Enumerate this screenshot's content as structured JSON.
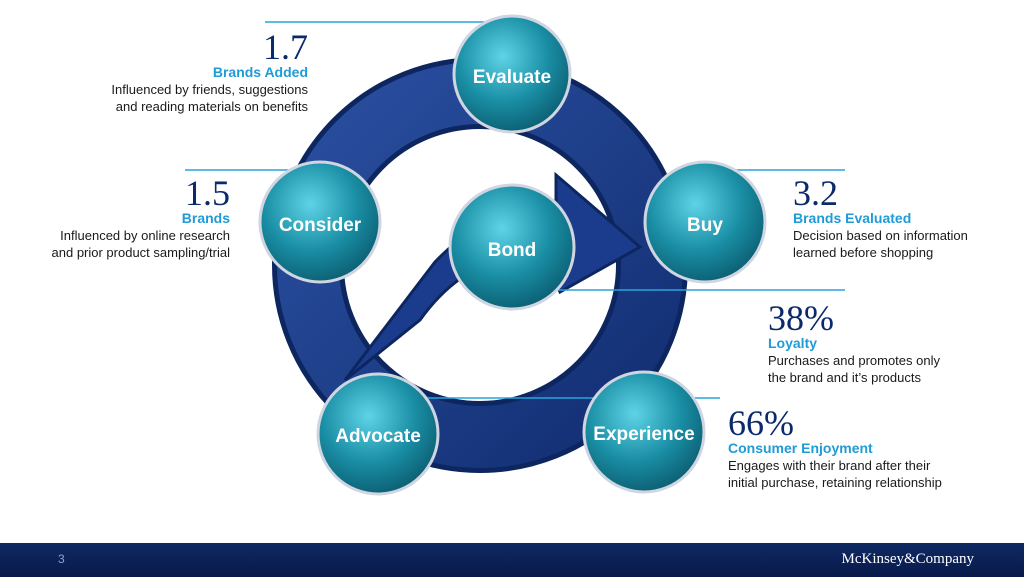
{
  "nodes": {
    "evaluate": "Evaluate",
    "consider": "Consider",
    "buy": "Buy",
    "bond": "Bond",
    "advocate": "Advocate",
    "experience": "Experience"
  },
  "callouts": {
    "evaluate": {
      "stat": "1.7",
      "title": "Brands Added",
      "desc1": "Influenced by friends, suggestions",
      "desc2": "and reading materials on benefits"
    },
    "consider": {
      "stat": "1.5",
      "title": "Brands",
      "desc1": "Influenced by online research",
      "desc2": "and prior product sampling/trial"
    },
    "buy": {
      "stat": "3.2",
      "title": "Brands Evaluated",
      "desc1": "Decision based on information",
      "desc2": "learned before shopping"
    },
    "bond": {
      "stat": "38%",
      "title": "Loyalty",
      "desc1": "Purchases and promotes only",
      "desc2": "the brand and it’s products"
    },
    "experience": {
      "stat": "66%",
      "title": "Consumer Enjoyment",
      "desc1": "Engages with their brand after their",
      "desc2": "initial purchase, retaining relationship"
    }
  },
  "footer": {
    "page": "3",
    "brand": "McKinsey&Company"
  },
  "colors": {
    "accent": "#1f9bd7",
    "navy": "#0b2a6b",
    "node": "#1a8fa5"
  }
}
